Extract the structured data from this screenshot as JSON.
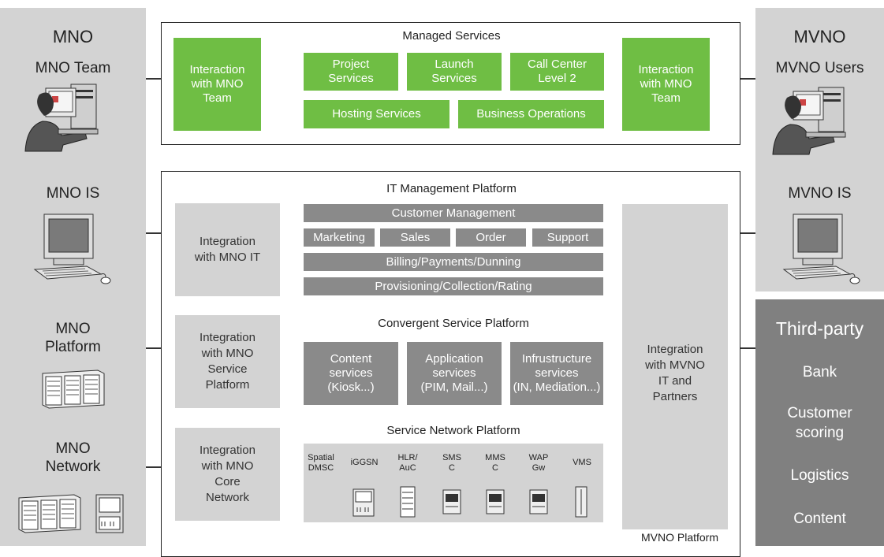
{
  "mno": {
    "title": "MNO",
    "team": "MNO Team",
    "is": "MNO IS",
    "platform": "MNO\nPlatform",
    "network": "MNO\nNetwork"
  },
  "mvno": {
    "title": "MVNO",
    "users": "MVNO Users",
    "is": "MVNO IS"
  },
  "third_party": {
    "title": "Third-party",
    "items": [
      "Bank",
      "Customer\nscoring",
      "Logistics",
      "Content"
    ]
  },
  "managed_services": {
    "title": "Managed Services",
    "left": "Interaction\nwith MNO\nTeam",
    "right": "Interaction\nwith MNO\nTeam",
    "project": "Project\nServices",
    "launch": "Launch\nServices",
    "callcenter": "Call Center\nLevel 2",
    "hosting": "Hosting Services",
    "business": "Business Operations"
  },
  "it_platform": {
    "title": "IT Management Platform",
    "customer_mgmt": "Customer Management",
    "marketing": "Marketing",
    "sales": "Sales",
    "order": "Order",
    "support": "Support",
    "billing": "Billing/Payments/Dunning",
    "provisioning": "Provisioning/Collection/Rating"
  },
  "convergent": {
    "title": "Convergent Service Platform",
    "content": "Content\nservices\n(Kiosk...)",
    "application": "Application\nservices\n(PIM, Mail...)",
    "infra": "Infrustructure\nservices\n(IN, Mediation...)"
  },
  "snp": {
    "title": "Service Network Platform",
    "nodes": [
      "Spatial\nDMSC",
      "iGGSN",
      "HLR/\nAuC",
      "SMS\nC",
      "MMS\nC",
      "WAP\nGw",
      "VMS"
    ]
  },
  "integration": {
    "mno_it": "Integration\nwith MNO IT",
    "mno_service": "Integration\nwith MNO\nService\nPlatform",
    "mno_core": "Integration\nwith MNO\nCore\nNetwork",
    "mvno": "Integration\nwith MVNO\nIT and\nPartners"
  },
  "mvno_platform_label": "MVNO Platform",
  "colors": {
    "green": "#6fbe44",
    "light_gray": "#d3d3d3",
    "dark_gray": "#8a8a8a"
  }
}
